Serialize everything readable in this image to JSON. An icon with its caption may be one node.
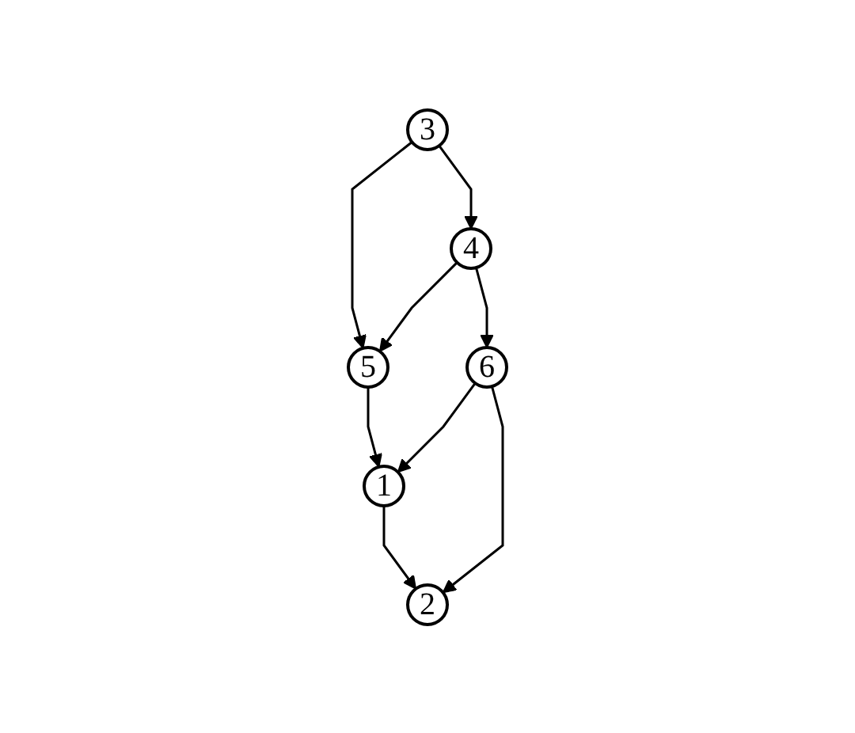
{
  "diagram": {
    "nodes": [
      {
        "text": [
          "1"
        ]
      },
      {
        "text": [
          "2"
        ]
      },
      {
        "text": [
          "3"
        ]
      },
      {
        "text": [
          "4"
        ]
      },
      {
        "text": [
          "5"
        ]
      },
      {
        "text": [
          "6"
        ]
      }
    ],
    "edges": [
      {
        "from": 0,
        "to": 1,
        "arrow": "to"
      },
      {
        "from": 5,
        "to": 0,
        "arrow": "to"
      },
      {
        "from": 5,
        "to": 1,
        "arrow": "to"
      },
      {
        "from": 4,
        "to": 0,
        "arrow": "to"
      },
      {
        "from": 2,
        "to": 4,
        "arrow": "to"
      },
      {
        "from": 2,
        "to": 3,
        "arrow": "to"
      },
      {
        "from": 3,
        "to": 4,
        "arrow": "to"
      },
      {
        "from": 3,
        "to": 5,
        "arrow": "to"
      }
    ]
  }
}
